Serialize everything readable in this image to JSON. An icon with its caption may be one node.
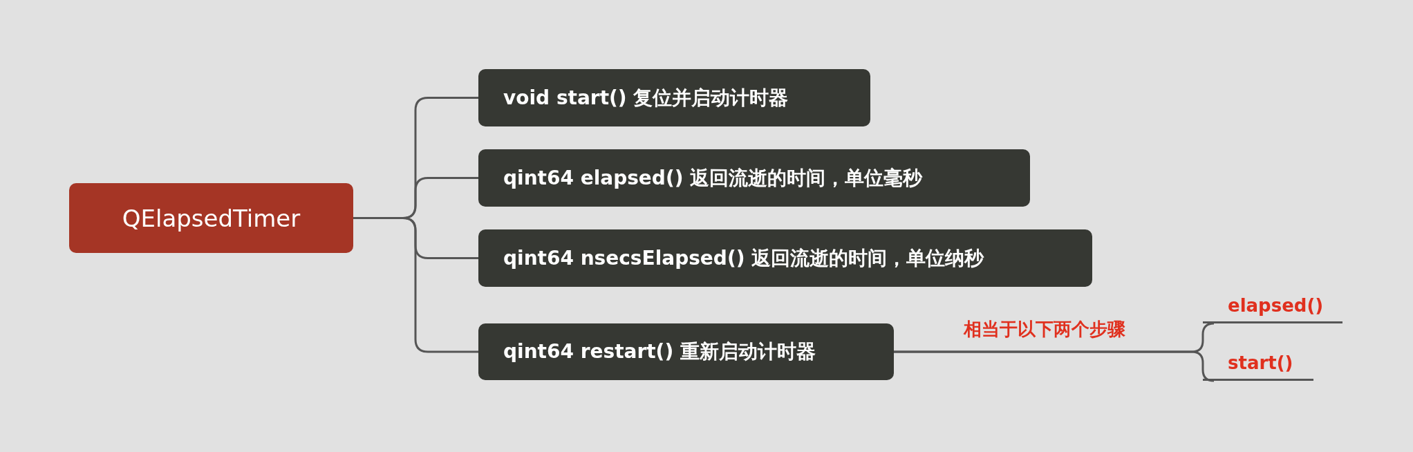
{
  "diagram": {
    "nodes": [
      {
        "text": [
          "QElapsedTimer"
        ]
      },
      {
        "text": [
          "void start()  复位并启动计时器"
        ]
      },
      {
        "text": [
          "qint64 elapsed()  返回流逝的时间，单位毫秒"
        ]
      },
      {
        "text": [
          "qint64 nsecsElapsed()  返回流逝的时间，单位纳秒"
        ]
      },
      {
        "text": [
          "qint64 restart()  重新启动计时器"
        ]
      },
      {
        "text": [
          "elapsed()"
        ]
      },
      {
        "text": [
          "start()"
        ]
      }
    ],
    "edges": [
      {
        "from": 0,
        "to": 1,
        "arrow": "none"
      },
      {
        "from": 0,
        "to": 2,
        "arrow": "none"
      },
      {
        "from": 0,
        "to": 3,
        "arrow": "none"
      },
      {
        "from": 0,
        "to": 4,
        "arrow": "none"
      },
      {
        "from": 4,
        "to": 5,
        "arrow": "none",
        "label": "相当于以下两个步骤"
      },
      {
        "from": 4,
        "to": 6,
        "arrow": "none"
      }
    ]
  }
}
